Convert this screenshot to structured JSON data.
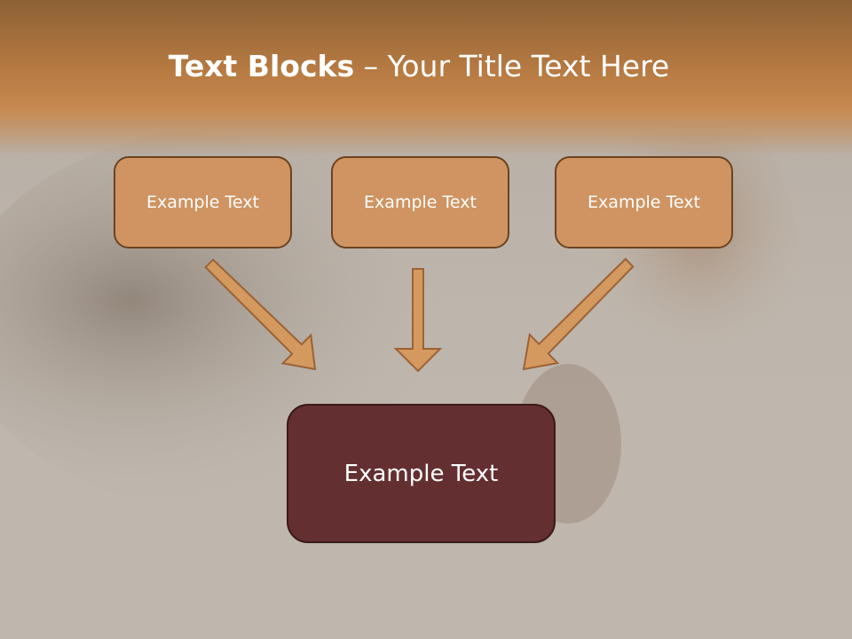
{
  "title": {
    "bold": "Text Blocks",
    "separator": " – ",
    "rest": "Your Title Text Here"
  },
  "blocks": [
    {
      "label": "Example Text"
    },
    {
      "label": "Example Text"
    },
    {
      "label": "Example Text"
    }
  ],
  "target": {
    "label": "Example Text"
  },
  "colors": {
    "header": "#c68a50",
    "block_fill": "#cf9461",
    "block_border": "#6b4321",
    "target_fill": "#642f31",
    "arrow_fill": "#d3995e",
    "arrow_stroke": "#9c6236"
  }
}
